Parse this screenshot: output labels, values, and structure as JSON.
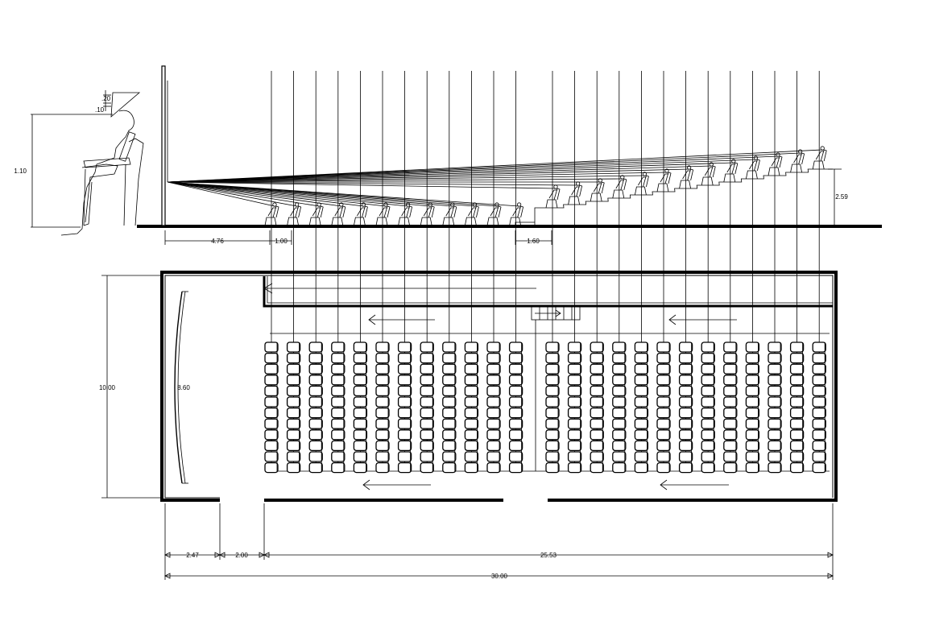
{
  "section": {
    "dims": {
      "eye_offset_top": ".20",
      "eye_offset_small": ".10",
      "seated_height": "1.10",
      "screen_to_first_row": "4.76",
      "row_spacing": "1.00",
      "aisle_width": "1.60",
      "riser_height": "2.59"
    }
  },
  "plan": {
    "dims": {
      "overall_depth": "10.00",
      "screen_width": "8.60",
      "side_segment": "2.47",
      "entrance_width": "2.00",
      "seating_length": "25.53",
      "overall_length": "30.00"
    },
    "seating": {
      "rows_left_block": 12,
      "rows_right_block": 13,
      "seats_per_row": 12
    }
  }
}
